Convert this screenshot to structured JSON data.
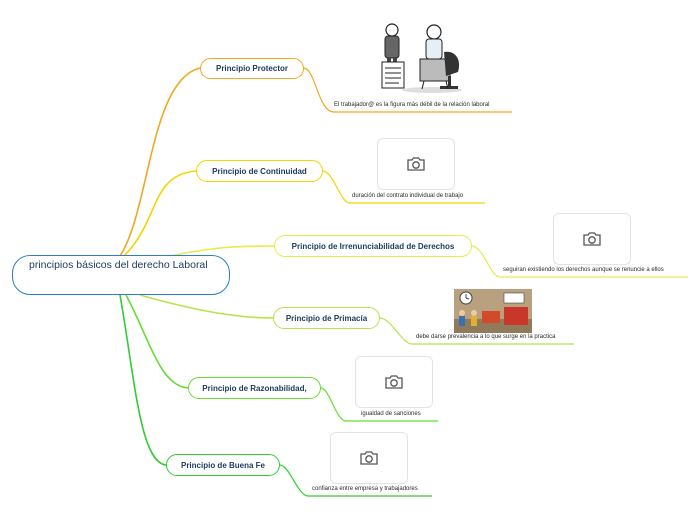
{
  "root": {
    "label": "principios básicos del derecho Laboral"
  },
  "branches": [
    {
      "label": "Principio Protector",
      "color": "#f5a623",
      "detail": "El trabajador@ es la figura más débil de la relación laboral",
      "image": "cartoon-worker-and-boss-illustration"
    },
    {
      "label": "Principio de Continuidad",
      "color": "#f5d400",
      "detail": "duración del contrato individual de trabajo",
      "image": "camera-icon"
    },
    {
      "label": "Principio de Irrenunciabilidad de Derechos",
      "color": "#e6ec4a",
      "detail": "seguiran existiendo los derechos aunque se renuncie a ellos",
      "image": "camera-icon"
    },
    {
      "label": "Principio de Primacía",
      "color": "#b8e24a",
      "detail": "debe darse prevalencia a lo que surge en la practica",
      "image": "office-scene-illustration"
    },
    {
      "label": "Principio de Razonabilidad,",
      "color": "#66dd33",
      "detail": "igualdad de sanciones",
      "image": "camera-icon"
    },
    {
      "label": "Principio de Buena Fe",
      "color": "#33cc33",
      "detail": "confianza entre empresa y trabajadores",
      "image": "camera-icon"
    }
  ]
}
